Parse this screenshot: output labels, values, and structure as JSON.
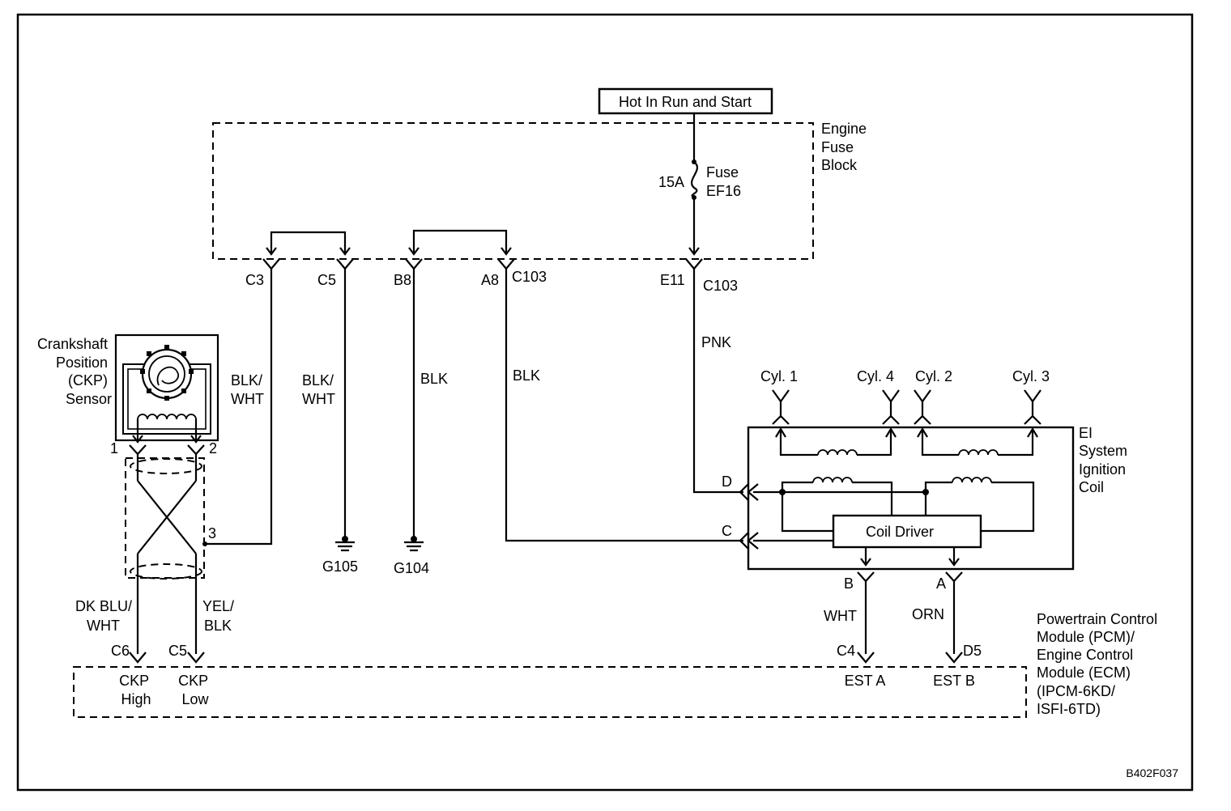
{
  "supply": {
    "label": "Hot In Run and Start"
  },
  "fuse_block": {
    "label_lines": [
      "Engine",
      "Fuse",
      "Block"
    ],
    "fuse_rating": "15A",
    "fuse_label_lines": [
      "Fuse",
      "EF16"
    ]
  },
  "connector": {
    "c103_left": "C103",
    "c103_right": "C103"
  },
  "pins": {
    "c3": "C3",
    "c5": "C5",
    "b8": "B8",
    "a8": "A8",
    "e11": "E11",
    "sensor_1": "1",
    "sensor_2": "2",
    "sensor_3": "3",
    "coil_d": "D",
    "coil_c": "C",
    "coil_b": "B",
    "coil_a": "A",
    "pcm_c6": "C6",
    "pcm_c5": "C5",
    "pcm_c4": "C4",
    "pcm_d5": "D5"
  },
  "wires": {
    "c3": [
      "BLK/",
      "WHT"
    ],
    "c5": [
      "BLK/",
      "WHT"
    ],
    "b8": "BLK",
    "a8": "BLK",
    "e11": "PNK",
    "ckp_high": [
      "DK BLU/",
      "WHT"
    ],
    "ckp_low": [
      "YEL/",
      "BLK"
    ],
    "est_a": "WHT",
    "est_b": "ORN"
  },
  "grounds": {
    "g105": "G105",
    "g104": "G104"
  },
  "sensor": {
    "label_lines": [
      "Crankshaft",
      "Position",
      "(CKP)",
      "Sensor"
    ]
  },
  "coil": {
    "label_lines": [
      "EI",
      "System",
      "Ignition",
      "Coil"
    ],
    "driver": "Coil Driver",
    "cylinders": [
      "Cyl. 1",
      "Cyl. 4",
      "Cyl. 2",
      "Cyl. 3"
    ]
  },
  "pcm": {
    "label_lines": [
      "Powertrain Control",
      "Module (PCM)/",
      "Engine Control",
      "Module (ECM)",
      "(IPCM-6KD/",
      "ISFI-6TD)"
    ],
    "ckp_high": [
      "CKP",
      "High"
    ],
    "ckp_low": [
      "CKP",
      "Low"
    ],
    "est_a": "EST A",
    "est_b": "EST B"
  },
  "figure_code": "B402F037"
}
